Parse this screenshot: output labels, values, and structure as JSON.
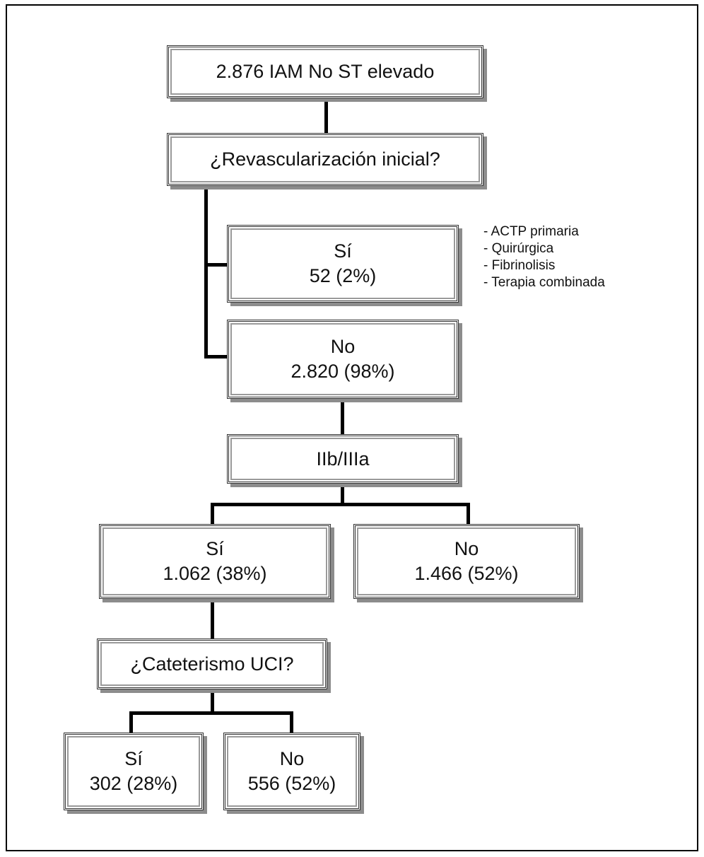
{
  "root": {
    "label": "2.876 IAM No ST elevado"
  },
  "question1": {
    "label": "¿Revascularización inicial?"
  },
  "revasc_si": {
    "title": "Sí",
    "value": "52 (2%)"
  },
  "revasc_no": {
    "title": "No",
    "value": "2.820 (98%)"
  },
  "revasc_methods": [
    "- ACTP primaria",
    "- Quirúrgica",
    "- Fibrinolisis",
    "- Terapia combinada"
  ],
  "iib": {
    "label": "IIb/IIIa"
  },
  "iib_si": {
    "title": "Sí",
    "value": "1.062 (38%)"
  },
  "iib_no": {
    "title": "No",
    "value": "1.466 (52%)"
  },
  "question2": {
    "label": "¿Cateterismo UCI?"
  },
  "cat_si": {
    "title": "Sí",
    "value": "302 (28%)"
  },
  "cat_no": {
    "title": "No",
    "value": "556 (52%)"
  }
}
